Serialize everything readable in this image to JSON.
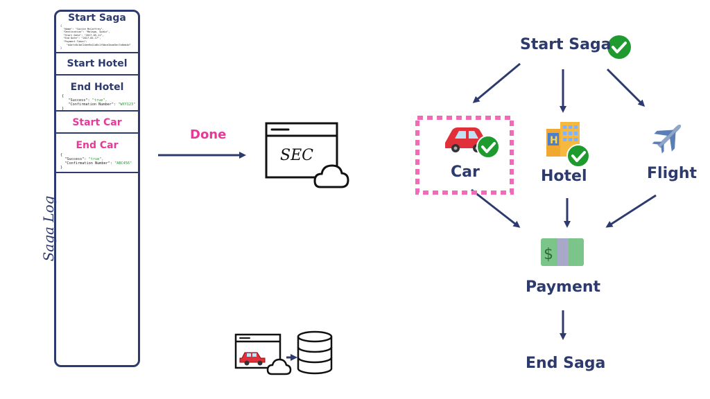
{
  "saga_log": {
    "title": "Saga Log",
    "entries": [
      {
        "label": "Start Saga"
      },
      {
        "label": "Start Hotel"
      },
      {
        "label": "End Hotel"
      },
      {
        "label": "Start Car"
      },
      {
        "label": "End Car"
      }
    ],
    "start_saga_payload": [
      "{",
      "  \"Name\": \"Caitie McCaffrey\",",
      "  \"Destination\": \"Malaga, Spain\",",
      "  \"Start Date\": \"2017-05-11\",",
      "  \"End Date\": \"2017-05-17\",",
      "  \"Payment Token\":",
      "    \"d4afc8c3aC24ee9a11d6c1f0bce3aae5ec7a0eb4d\"",
      "}"
    ],
    "end_hotel_payload": {
      "open": "{",
      "success_key": "\"Success\":",
      "success_val": "\"true\",",
      "conf_key": "\"Confirmation Number\":",
      "conf_val": "\"WXY123\"",
      "close": "}"
    },
    "end_car_payload": {
      "open": "{",
      "success_key": "\"Success\":",
      "success_val": "\"true\",",
      "conf_key": "\"Confirmation Number\":",
      "conf_val": "\"ABC456\"",
      "close": "}"
    }
  },
  "coordinator": {
    "arrow_label": "Done",
    "box_text": "SEC"
  },
  "flow": {
    "start": "Start Saga",
    "car": "Car",
    "hotel": "Hotel",
    "flight": "Flight",
    "payment": "Payment",
    "end": "End Saga"
  },
  "colors": {
    "navy": "#2d3a6e",
    "pink": "#e8399a",
    "check_green": "#1f9a2e"
  },
  "icons": [
    "check-icon",
    "car-icon",
    "hotel-icon",
    "airplane-icon",
    "money-icon",
    "browser-cloud-icon",
    "database-icon"
  ]
}
